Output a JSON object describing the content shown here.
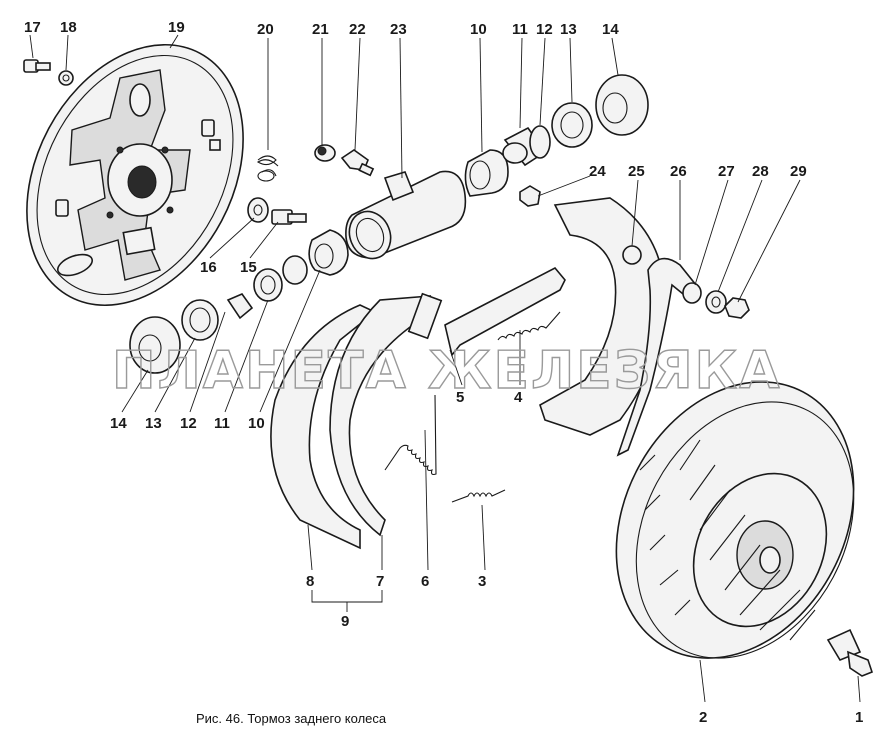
{
  "caption": "Рис. 46. Тормоз заднего колеса",
  "watermark": "ПЛАНЕТА ЖЕЛЕЗЯКА",
  "callouts": {
    "n1": "1",
    "n2": "2",
    "n3": "3",
    "n4": "4",
    "n5": "5",
    "n6": "6",
    "n7": "7",
    "n8": "8",
    "n9": "9",
    "n10a": "10",
    "n10b": "10",
    "n11a": "11",
    "n11b": "11",
    "n12a": "12",
    "n12b": "12",
    "n13a": "13",
    "n13b": "13",
    "n14a": "14",
    "n14b": "14",
    "n15": "15",
    "n16": "16",
    "n17": "17",
    "n18": "18",
    "n19": "19",
    "n20": "20",
    "n21": "21",
    "n22": "22",
    "n23": "23",
    "n24": "24",
    "n25": "25",
    "n26": "26",
    "n27": "27",
    "n28": "28",
    "n29": "29"
  }
}
